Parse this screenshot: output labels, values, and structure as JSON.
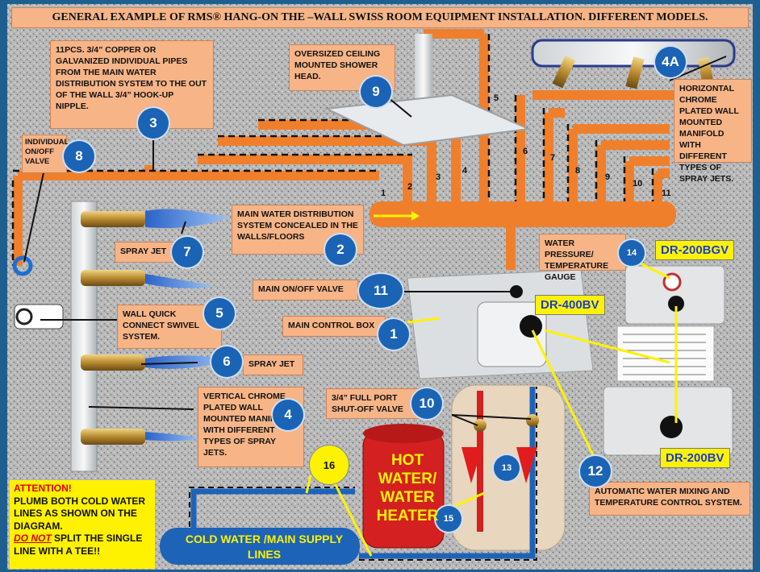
{
  "title": "GENERAL EXAMPLE  OF RMS® HANG-ON THE –WALL SWISS ROOM EQUIPMENT INSTALLATION. DIFFERENT MODELS.",
  "labels": {
    "pipes_11": "11PCS. 3/4” COPPER OR GALVANIZED INDIVIDUAL PIPES FROM THE MAIN WATER DISTRIBUTION SYSTEM TO THE OUT OF THE WALL 3/4” HOOK-UP NIPPLE.",
    "shower_head": "OVERSIZED  CEILING MOUNTED SHOWER HEAD.",
    "horizontal_manifold": "HORIZONTAL CHROME PLATED WALL MOUNTED MANIFOLD WITH DIFFERENT TYPES OF SPRAY JETS.",
    "individual_valve": "INDIVIDUAL ON/OFF VALVE",
    "main_distribution": "MAIN WATER DISTRIBUTION  SYSTEM CONCEALED IN THE WALLS/FLOORS",
    "spray_jet_7": "SPRAY JET",
    "spray_jet_6": "SPRAY JET",
    "main_valve": "MAIN ON/OFF VALVE",
    "control_box": "MAIN CONTROL BOX",
    "quick_connect": "WALL QUICK CONNECT SWIVEL SYSTEM.",
    "vertical_manifold": "VERTICAL CHROME PLATED WALL MOUNTED MANIFOLD WITH DIFFERENT TYPES OF SPRAY JETS.",
    "shutoff_valve": "3/4” FULL PORT SHUT-OFF VALVE",
    "pressure_gauge": "WATER PRESSURE/ TEMPERATURE GAUGE",
    "mixing_system": "AUTOMATIC WATER MIXING AND TEMPERATURE  CONTROL SYSTEM."
  },
  "badges": {
    "b1": "1",
    "b2": "2",
    "b3": "3",
    "b4": "4",
    "b4a": "4A",
    "b5": "5",
    "b6": "6",
    "b7": "7",
    "b8": "8",
    "b9": "9",
    "b10": "10",
    "b11": "11",
    "b12": "12",
    "b13": "13",
    "b14": "14",
    "b15": "15",
    "b16": "16"
  },
  "models": {
    "dr400bv": "DR-400BV",
    "dr200bgv": "DR-200BGV",
    "dr200bv": "DR-200BV"
  },
  "pipe_numbers": [
    "1",
    "2",
    "3",
    "4",
    "5",
    "6",
    "7",
    "8",
    "9",
    "10",
    "11"
  ],
  "heater": {
    "line1": "HOT",
    "line2": "WATER/",
    "line3": "WATER",
    "line4": "HEATER"
  },
  "cold_water": {
    "line1": "COLD WATER /MAIN SUPPLY",
    "line2": "LINES"
  },
  "attention": {
    "heading": "ATTENTION!",
    "line1": "PLUMB BOTH COLD WATER LINES AS SHOWN ON THE DIAGRAM.",
    "do_not": "DO NOT",
    "line2": " SPLIT THE SINGLE LINE WITH A TEE!!"
  },
  "colors": {
    "pipe_hot": "#f07f2c",
    "pipe_cold": "#1d63b8",
    "badge": "#1b63b5",
    "label": "#f6b487",
    "attention": "#fff200",
    "heater": "#d42020"
  }
}
